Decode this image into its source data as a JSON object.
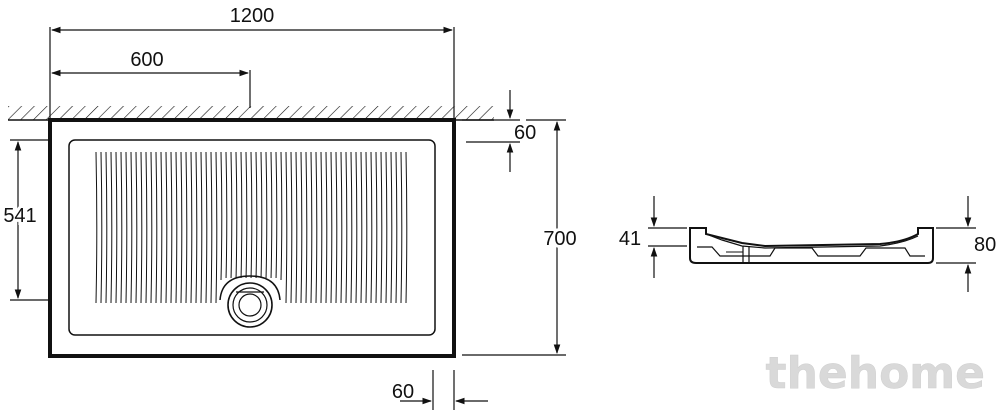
{
  "dimensions": {
    "overall_width": "1200",
    "drain_offset": "600",
    "top_rim": "60",
    "overall_depth": "700",
    "inner_depth": "541",
    "bottom_rim": "60",
    "profile_inner_height": "41",
    "profile_total_height": "80"
  },
  "watermark": "thehome",
  "colors": {
    "ink": "#111111",
    "background": "#ffffff",
    "watermark": "#d9d9d9"
  }
}
